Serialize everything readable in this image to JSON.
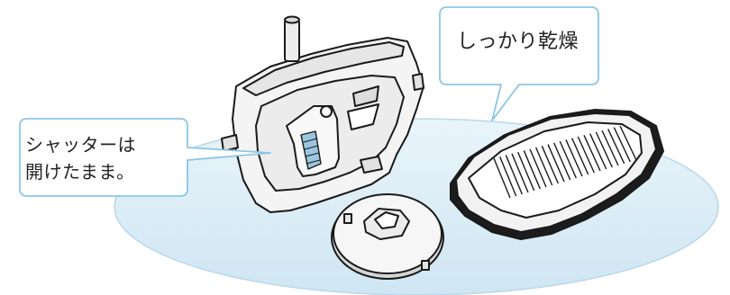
{
  "callouts": {
    "left": {
      "line1": "シャッターは",
      "line2": "開けたまま。"
    },
    "right": {
      "text": "しっかり乾燥"
    }
  },
  "colors": {
    "floor_ellipse": "#d9ecf6",
    "floor_stroke": "#b9d8ea",
    "bubble_fill": "#ffffff",
    "bubble_stroke": "#8cc6e3",
    "line_art": "#1a1a1a",
    "part_fill": "#f4f4f4",
    "part_shadow": "#d6d6d6"
  },
  "illustration": {
    "items": [
      "cleaner-head-unit",
      "round-cap",
      "filter-cartridge"
    ]
  }
}
